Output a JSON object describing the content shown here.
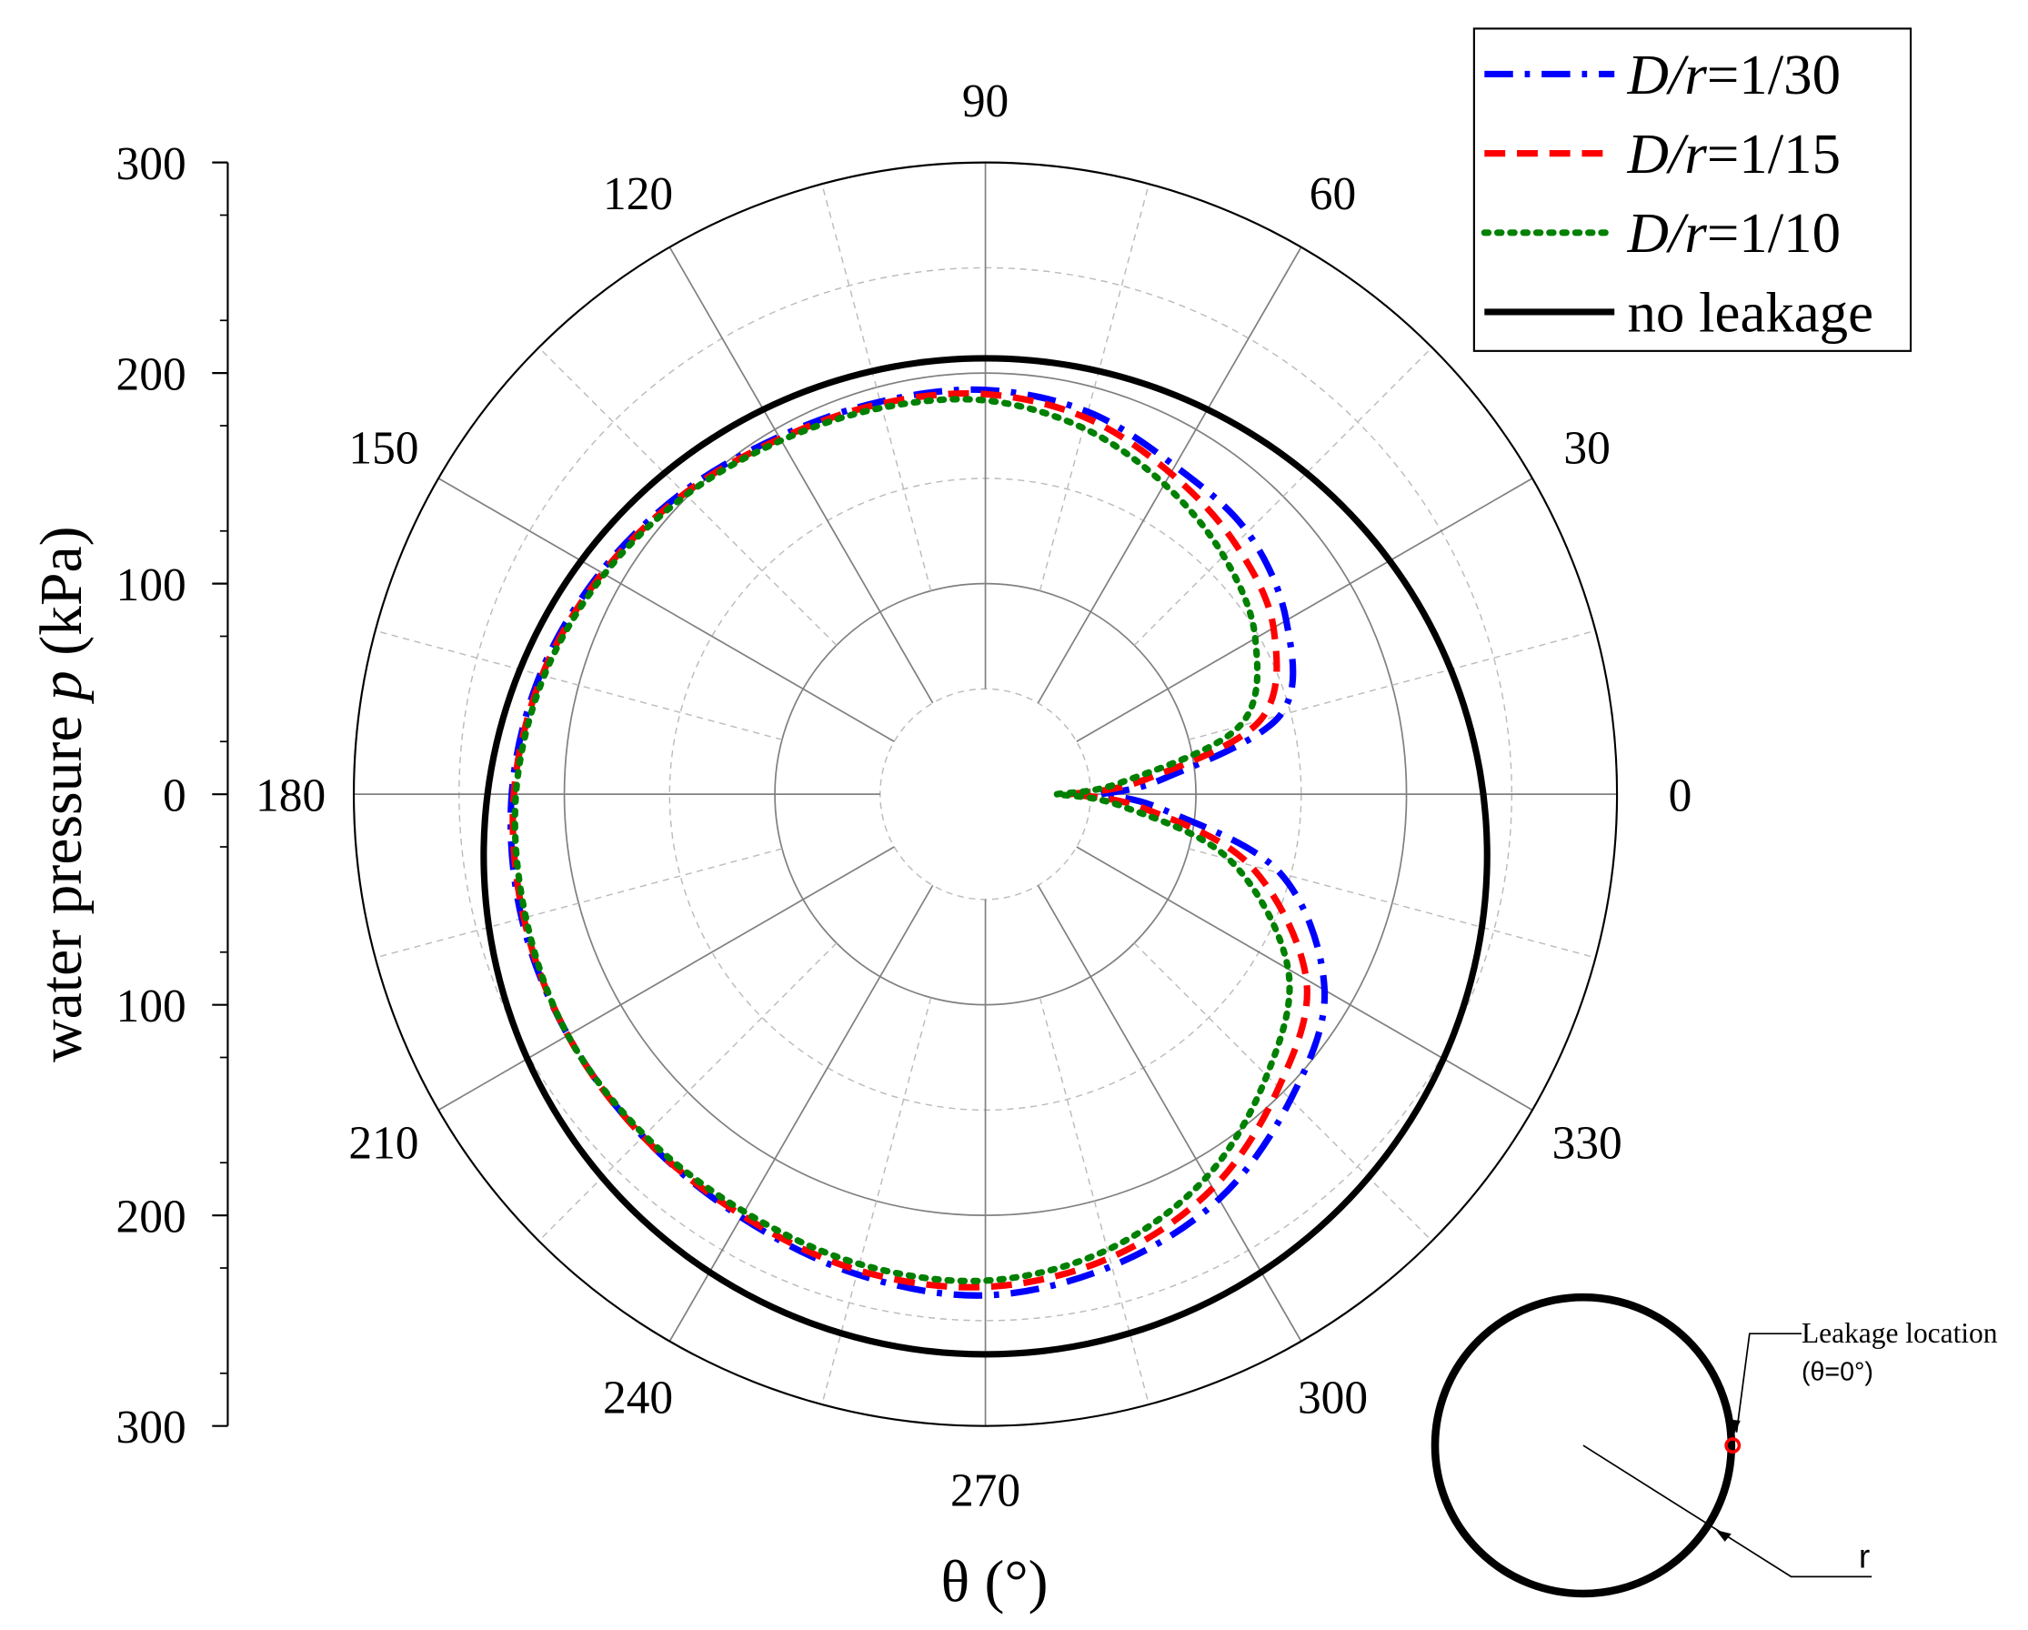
{
  "chart_data": {
    "type": "polar-line",
    "xlabel": "θ (°)",
    "ylabel_parts": [
      "water pressure ",
      "p",
      " (kPa)"
    ],
    "radial_range": [
      0,
      300
    ],
    "radial_ticks": [
      "300",
      "200",
      "100",
      "0",
      "100",
      "200",
      "300"
    ],
    "angle_ticks": [
      "0",
      "30",
      "60",
      "90",
      "120",
      "150",
      "180",
      "210",
      "240",
      "270",
      "300",
      "330"
    ],
    "grid": true,
    "legend_position": "top-right",
    "theta": [
      0,
      5,
      15,
      30,
      45,
      60,
      75,
      90,
      105,
      120,
      135,
      150,
      165,
      180,
      195,
      210,
      225,
      240,
      255,
      270,
      285,
      300,
      315,
      330,
      345,
      355,
      360
    ],
    "series": [
      {
        "name_italic": "D/r",
        "name_rest": "=1/30",
        "color": "#0000ff",
        "style": "dashdot",
        "values": [
          55,
          85,
          145,
          165,
          176,
          180,
          188,
          192,
          193,
          196,
          203,
          211,
          219,
          225,
          228,
          229,
          230,
          232,
          236,
          238,
          232,
          222,
          205,
          186,
          145,
          85,
          55
        ]
      },
      {
        "name_italic": "D/r",
        "name_rest": "=1/15",
        "color": "#ff0000",
        "style": "dash",
        "values": [
          40,
          75,
          135,
          158,
          168,
          176,
          185,
          190,
          192,
          195,
          202,
          210,
          218,
          224,
          227,
          229,
          230,
          231,
          234,
          234,
          228,
          216,
          197,
          176,
          130,
          75,
          40
        ]
      },
      {
        "name_italic": "D/r",
        "name_rest": "=1/10",
        "color": "#008000",
        "style": "dot",
        "values": [
          34,
          65,
          125,
          148,
          160,
          170,
          180,
          187,
          190,
          194,
          201,
          209,
          217,
          223,
          226,
          229,
          229,
          229,
          231,
          231,
          224,
          210,
          189,
          166,
          120,
          65,
          34
        ]
      },
      {
        "name": "no leakage",
        "color": "#000000",
        "style": "solid",
        "model": "no-leakage",
        "values": [
          236.5,
          228.9,
          221.8,
          207.5,
          215.6,
          211,
          208,
          207,
          208,
          211,
          215.6,
          221.8,
          228.9,
          236.5,
          244.1,
          251.3,
          257.4,
          262,
          265,
          266,
          265,
          262,
          257.4,
          251.3,
          244.1,
          239.1,
          236.5
        ]
      }
    ]
  },
  "inset": {
    "leak_label": "Leakage location",
    "leak_angle": "(θ=0°)",
    "radius_label": "r",
    "leak_color": "#ff0000"
  }
}
